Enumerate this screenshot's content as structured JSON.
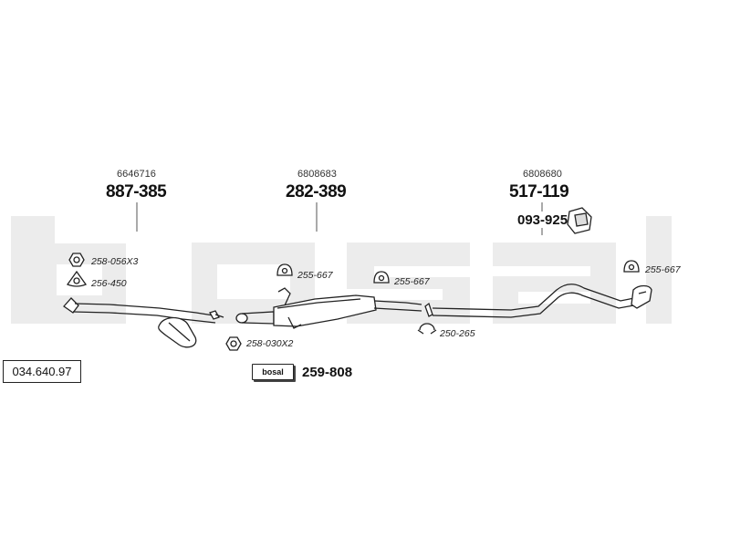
{
  "watermark": {
    "text": "bosal"
  },
  "reference": {
    "number": "034.640.97"
  },
  "assemblies": [
    {
      "oe_number": "6646716",
      "part_number": "887-385"
    },
    {
      "oe_number": "6808683",
      "part_number": "282-389"
    },
    {
      "oe_number": "6808680",
      "part_number": "517-119",
      "mount_part": "093-925"
    }
  ],
  "accessories": {
    "nut_front": "258-056X3",
    "gasket_front": "256-450",
    "nut_middle": "258-030X2",
    "hanger_1": "255-667",
    "hanger_2": "255-667",
    "hanger_3": "255-667",
    "clamp": "250-265",
    "mounting_kit": "259-808",
    "mounting_kit_badge": "bosal"
  }
}
